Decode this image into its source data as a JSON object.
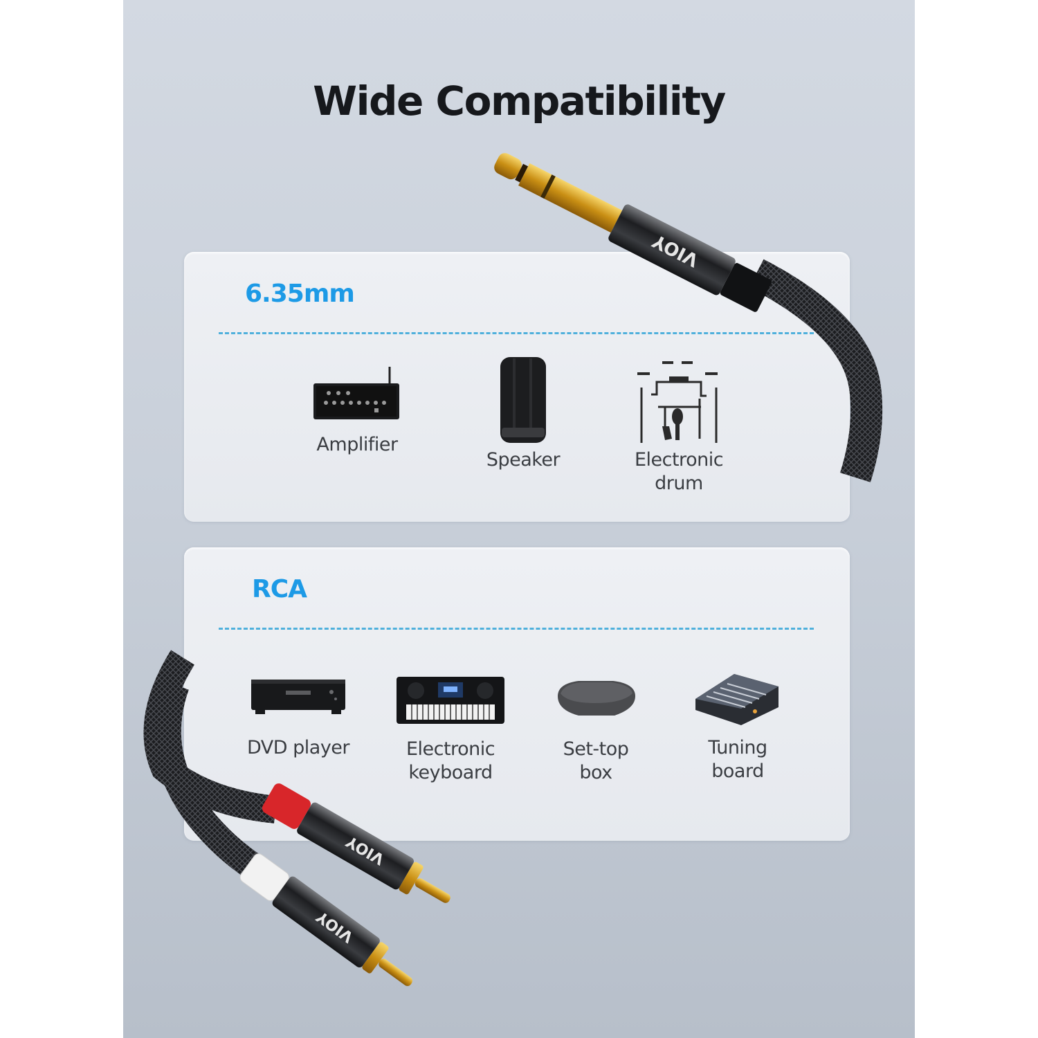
{
  "title": "Wide Compatibility",
  "colors": {
    "accent": "#1d9ae6",
    "dash": "#4fb0dc",
    "title": "#16181c",
    "label": "#3a3d42",
    "rca_red": "#d8262a",
    "rca_white": "#f2f2f2",
    "gold": "#d9a520"
  },
  "sections": [
    {
      "label": "6.35mm",
      "devices": [
        {
          "icon": "amplifier-icon",
          "label": "Amplifier"
        },
        {
          "icon": "speaker-icon",
          "label": "Speaker"
        },
        {
          "icon": "electronic-drum-icon",
          "label": "Electronic\ndrum"
        }
      ]
    },
    {
      "label": "RCA",
      "devices": [
        {
          "icon": "dvd-player-icon",
          "label": "DVD player"
        },
        {
          "icon": "electronic-keyboard-icon",
          "label": "Electronic\nkeyboard"
        },
        {
          "icon": "set-top-box-icon",
          "label": "Set-top\nbox"
        },
        {
          "icon": "tuning-board-icon",
          "label": "Tuning\nboard"
        }
      ]
    }
  ],
  "connector_brand": "VIOY"
}
